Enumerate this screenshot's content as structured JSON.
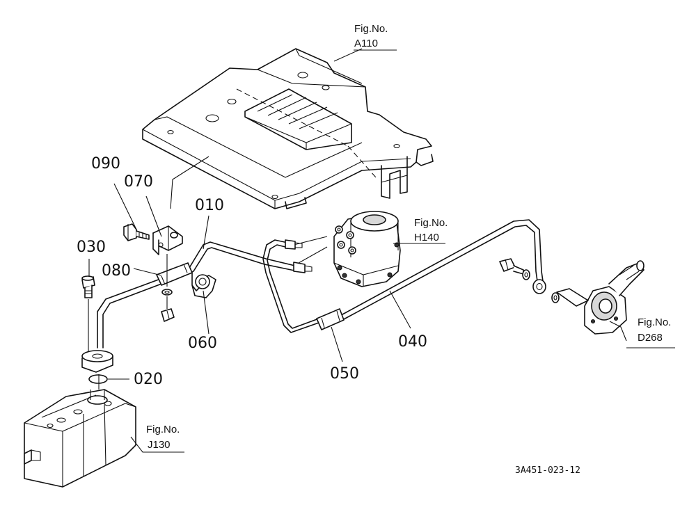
{
  "figure_references": [
    {
      "key": "a110",
      "label": "Fig.No.",
      "code": "A110"
    },
    {
      "key": "h140",
      "label": "Fig.No.",
      "code": "H140"
    },
    {
      "key": "d268",
      "label": "Fig.No.",
      "code": "D268"
    },
    {
      "key": "j130",
      "label": "Fig.No.",
      "code": "J130"
    }
  ],
  "part_numbers": {
    "p010": "010",
    "p020": "020",
    "p030": "030",
    "p040": "040",
    "p050": "050",
    "p060": "060",
    "p070": "070",
    "p080": "080",
    "p090": "090"
  },
  "drawing_number": "3A451-023-12",
  "colors": {
    "ink": "#111111",
    "paper": "#ffffff"
  }
}
